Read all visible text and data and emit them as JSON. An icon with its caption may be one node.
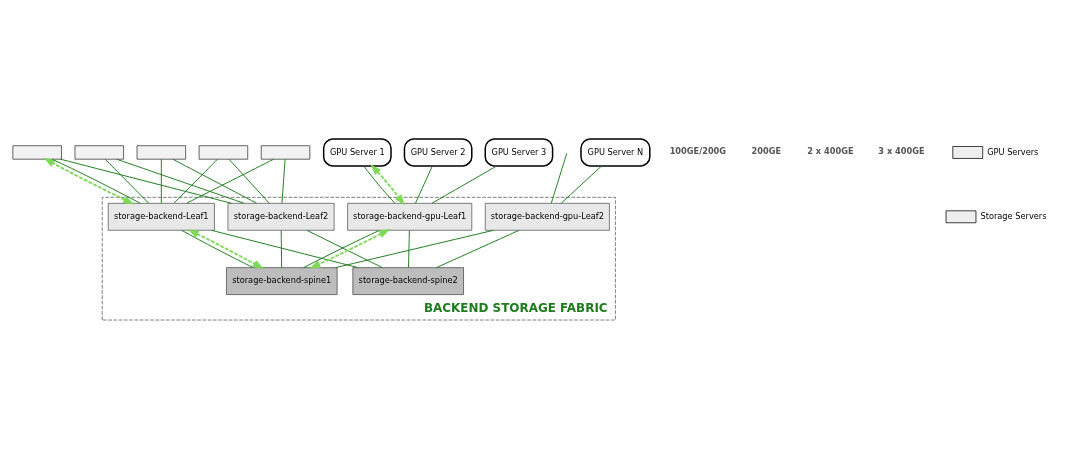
{
  "diagram": {
    "nodes": [
      {
        "text": [
          "BACKEND STORAGE FABRIC"
        ]
      },
      {
        "text": [
          "GPU Server 1"
        ]
      },
      {
        "text": [
          "GPU Server 2"
        ]
      },
      {
        "text": [
          "GPU Server 3"
        ]
      },
      {
        "text": [
          "GPU Server N"
        ]
      },
      {
        "text": [
          "storage-backend-Leaf1"
        ],
        "in": 0
      },
      {
        "text": [
          "storage-backend-Leaf2"
        ],
        "in": 0
      },
      {
        "text": [
          "storage-backend-gpu-Leaf1"
        ],
        "in": 0
      },
      {
        "text": [
          "storage-backend-gpu-Leaf2"
        ],
        "in": 0
      },
      {
        "text": [
          "storage-backend-spine1"
        ],
        "in": 0
      },
      {
        "text": [
          "storage-backend-spine2"
        ],
        "in": 0
      },
      {
        "text": [],
        "shape": "box"
      },
      {
        "text": [],
        "shape": "box"
      },
      {
        "text": [],
        "shape": "box"
      },
      {
        "text": [],
        "shape": "box"
      },
      {
        "text": [],
        "shape": "box"
      }
    ],
    "edges": [
      {
        "from": 1,
        "to": 7,
        "arrow": "none"
      },
      {
        "from": 2,
        "to": 7,
        "arrow": "none"
      },
      {
        "from": 3,
        "to": 7,
        "arrow": "none"
      },
      {
        "from": null,
        "to": 8,
        "arrow": "none"
      },
      {
        "from": 4,
        "to": 8,
        "arrow": "none"
      },
      {
        "from": 1,
        "to": 7,
        "arrow": "both",
        "style": "dashed",
        "color": "#7ed957"
      },
      {
        "from": 11,
        "to": 5,
        "arrow": "none"
      },
      {
        "from": 12,
        "to": 5,
        "arrow": "none"
      },
      {
        "from": 13,
        "to": 5,
        "arrow": "none"
      },
      {
        "from": 14,
        "to": 5,
        "arrow": "none"
      },
      {
        "from": 15,
        "to": 5,
        "arrow": "none"
      },
      {
        "from": 11,
        "to": 6,
        "arrow": "none"
      },
      {
        "from": 12,
        "to": 6,
        "arrow": "none"
      },
      {
        "from": 13,
        "to": 6,
        "arrow": "none"
      },
      {
        "from": 14,
        "to": 6,
        "arrow": "none"
      },
      {
        "from": 15,
        "to": 6,
        "arrow": "none"
      },
      {
        "from": 5,
        "to": 11,
        "arrow": "both",
        "style": "dashed",
        "color": "#7ed957"
      },
      {
        "from": 5,
        "to": 9,
        "arrow": "none"
      },
      {
        "from": 5,
        "to": 10,
        "arrow": "none"
      },
      {
        "from": 6,
        "to": 9,
        "arrow": "none"
      },
      {
        "from": 6,
        "to": 10,
        "arrow": "none"
      },
      {
        "from": 7,
        "to": 9,
        "arrow": "none"
      },
      {
        "from": 7,
        "to": 10,
        "arrow": "none"
      },
      {
        "from": 8,
        "to": 9,
        "arrow": "none"
      },
      {
        "from": 8,
        "to": 10,
        "arrow": "none"
      },
      {
        "from": 5,
        "to": 9,
        "arrow": "both",
        "style": "dashed",
        "color": "#7ed957"
      },
      {
        "from": 7,
        "to": 9,
        "arrow": "both",
        "style": "dashed",
        "color": "#7ed957"
      }
    ],
    "labels": [
      "100GE/200G",
      "200GE",
      "2 x 400GE",
      "3 x 400GE"
    ],
    "legend": [
      {
        "text": "GPU Servers"
      },
      {
        "text": "Storage Servers"
      }
    ]
  }
}
